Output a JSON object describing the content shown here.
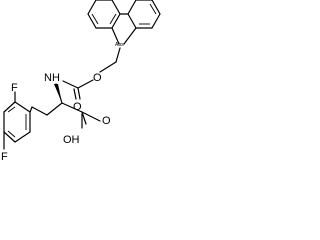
{
  "molecule": {
    "atoms": {
      "o_ether": "O",
      "o_carbonyl": "O",
      "nh": "NH",
      "o_acid": "O",
      "oh": "OH",
      "f_ortho": "F",
      "f_meta": "F",
      "stereo_marker": "Abs"
    },
    "colors": {
      "bond": "#000000",
      "text": "#000000",
      "background": "#ffffff"
    }
  }
}
